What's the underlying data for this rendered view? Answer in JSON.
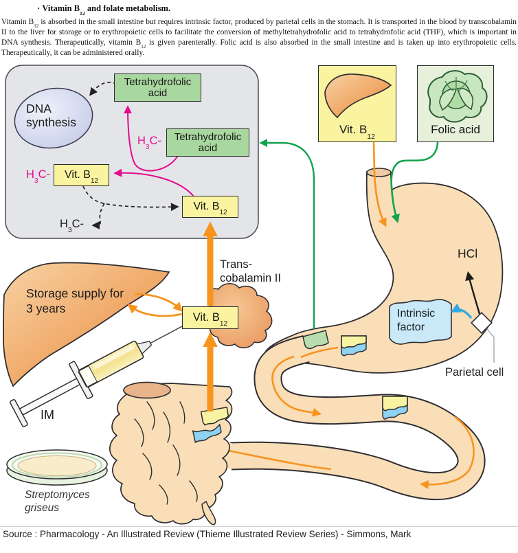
{
  "header": {
    "bullet": "·",
    "title": {
      "pre": "Vitamin B",
      "sub": "12",
      "post": " and folate metabolism."
    },
    "para": {
      "p1": "Vitamin B",
      "s1": "12",
      "p2": " is absorbed in the small intestine but requires intrinsic factor, produced by parietal cells in the stomach. It is transported in the blood by transcobalamin II to the liver for storage or to erythropoietic cells to facilitate the conversion of methyltetrahydrofolic acid to tetrahydrofolic acid (THF), which is important in DNA synthesis. Therapeutically, vitamin B",
      "s2": "12",
      "p3": " is given parenterally. Folic acid is also absorbed in the small intestine and is taken up into erythropoietic cells. Therapeutically, it can be administered orally."
    }
  },
  "labels": {
    "dna": [
      "DNA",
      "synthesis"
    ],
    "thf": [
      "Tetrahydrofolic",
      "acid"
    ],
    "vitb": {
      "pre": "Vit. B",
      "sub": "12"
    },
    "h3c": {
      "pre": "H",
      "sub": "3",
      "post": "C-"
    },
    "folic": "Folic acid",
    "trans": [
      "Trans-",
      "cobalamin II"
    ],
    "storage": [
      "Storage supply for",
      "3 years"
    ],
    "hcl": "HCl",
    "intrinsic": [
      "Intrinsic",
      "factor"
    ],
    "parietal": "Parietal cell",
    "im": "IM",
    "streptomyces": [
      "Streptomyces",
      "griseus"
    ]
  },
  "source": "Source : Pharmacology - An Illustrated Review (Thieme Illustrated Review Series) - Simmons, Mark",
  "colors": {
    "orange_arrow": "#F7941E",
    "magenta_arrow": "#E50A8E",
    "green_arrow": "#12A34D",
    "blue_arrow": "#2FA8E0",
    "yellow_box": "#FAF4A0",
    "green_box": "#A9D7A0",
    "folic_box": "#E6F0DB",
    "cell_panel": "#E4E5E9",
    "flesh": "#F9DEB8",
    "intrinsic_box": "#C9E9F9",
    "dna_ellipse": "#C5CCE8"
  }
}
